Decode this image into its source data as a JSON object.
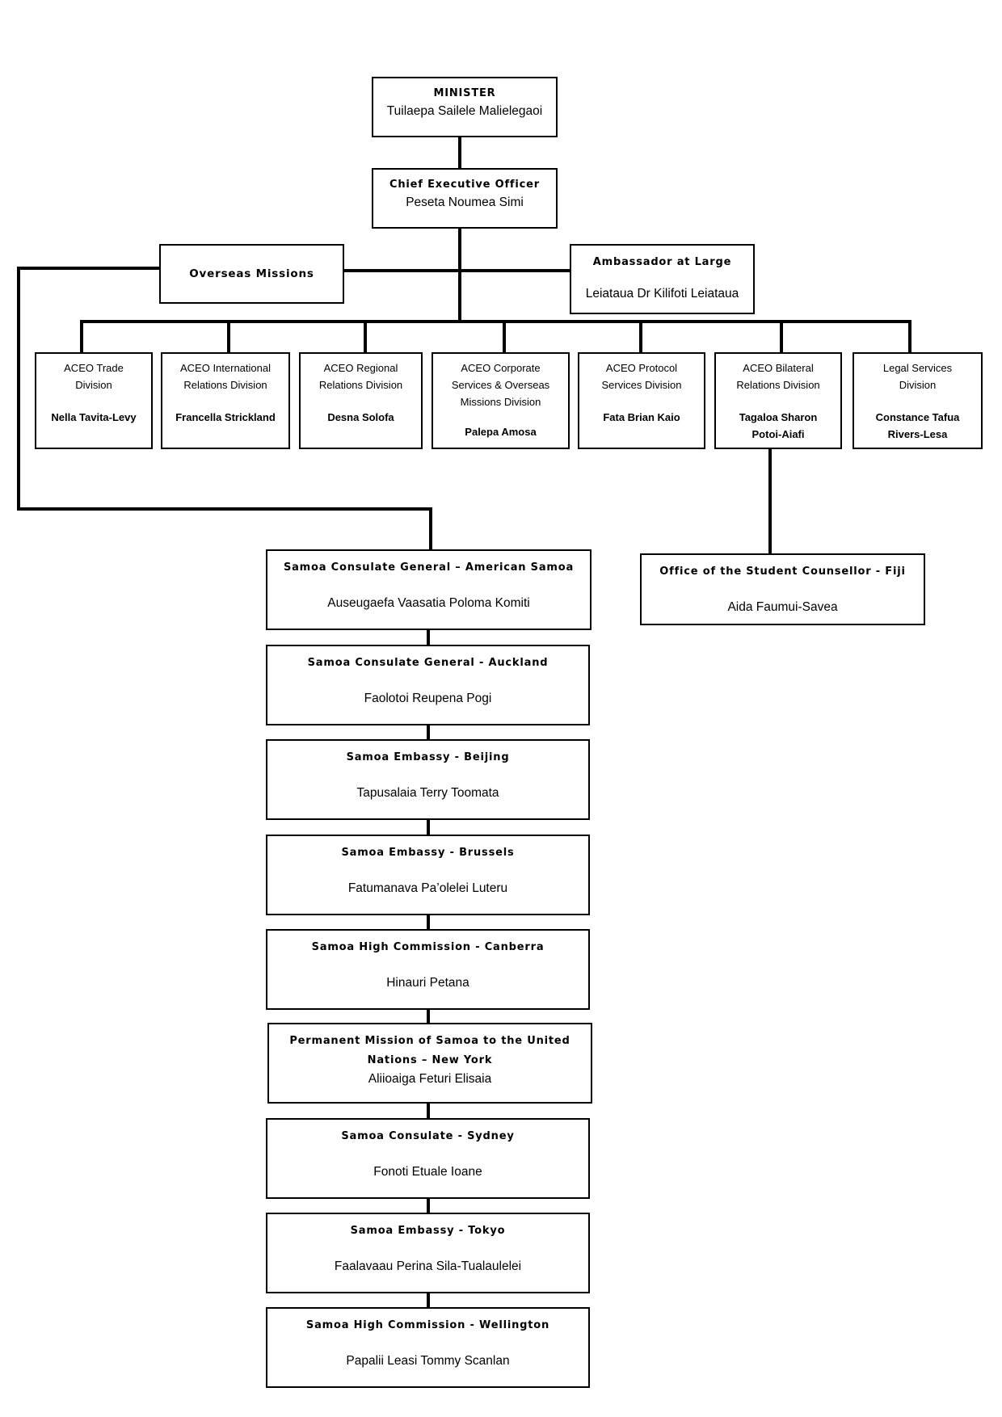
{
  "top": {
    "minister": {
      "title": "MINISTER",
      "name": "Tuilaepa Sailele Malielegaoi"
    },
    "ceo": {
      "title": "Chief Executive Officer",
      "name": "Peseta Noumea Simi"
    },
    "overseas": {
      "title": "Overseas Missions"
    },
    "ambassador": {
      "title": "Ambassador at Large",
      "name": "Leiataua Dr Kilifoti Leiataua"
    }
  },
  "divisions": [
    {
      "title": "ACEO Trade Division",
      "name": "Nella Tavita-Levy"
    },
    {
      "title": "ACEO International Relations Division",
      "name": "Francella Strickland"
    },
    {
      "title": "ACEO Regional Relations Division",
      "name": "Desna Solofa"
    },
    {
      "title": "ACEO Corporate Services & Overseas Missions Division",
      "name": "Palepa Amosa"
    },
    {
      "title": "ACEO Protocol Services Division",
      "name": "Fata Brian Kaio"
    },
    {
      "title": "ACEO Bilateral Relations Division",
      "name": "Tagaloa Sharon Potoi-Aiafi"
    },
    {
      "title": "Legal Services Division",
      "name": "Constance Tafua Rivers-Lesa"
    }
  ],
  "student_office": {
    "title": "Office of the Student Counsellor - Fiji",
    "name": "Aida Faumui-Savea"
  },
  "missions": [
    {
      "title": "Samoa Consulate General – American Samoa",
      "name": "Auseugaefa Vaasatia Poloma Komiti"
    },
    {
      "title": "Samoa Consulate General - Auckland",
      "name": "Faolotoi Reupena Pogi"
    },
    {
      "title": "Samoa Embassy - Beijing",
      "name": "Tapusalaia Terry Toomata"
    },
    {
      "title": "Samoa Embassy - Brussels",
      "name": "Fatumanava Pa’olelei Luteru"
    },
    {
      "title": "Samoa High Commission - Canberra",
      "name": "Hinauri Petana"
    },
    {
      "title": "Permanent Mission of Samoa to the United Nations – New York",
      "name": "Aliioaiga Feturi Elisaia"
    },
    {
      "title": "Samoa Consulate - Sydney",
      "name": "Fonoti Etuale Ioane"
    },
    {
      "title": "Samoa Embassy - Tokyo",
      "name": "Faalavaau Perina Sila-Tualaulelei"
    },
    {
      "title": "Samoa High Commission - Wellington",
      "name": "Papalii Leasi Tommy Scanlan"
    }
  ]
}
